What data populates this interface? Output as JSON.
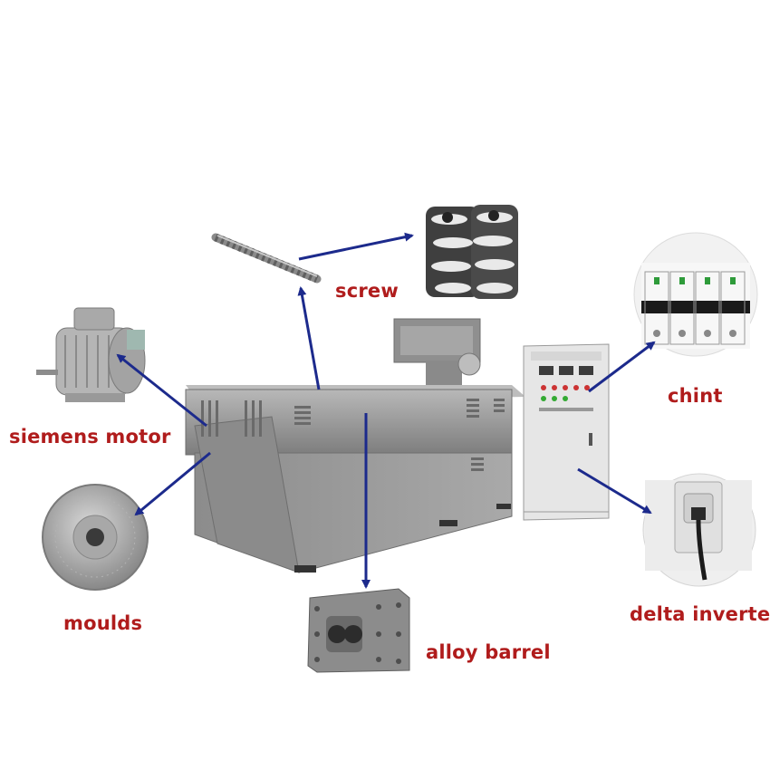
{
  "labels": {
    "screw": "screw",
    "siemens_motor": "siemens motor",
    "moulds": "moulds",
    "alloy_barrel": "alloy barrel",
    "chint": "chint",
    "delta_inverter": "delta inverter"
  },
  "colors": {
    "label": "#b01c1c",
    "arrow": "#1c2a8c",
    "machine": "#9a9a9a",
    "cabinet": "#e4e4e4"
  }
}
